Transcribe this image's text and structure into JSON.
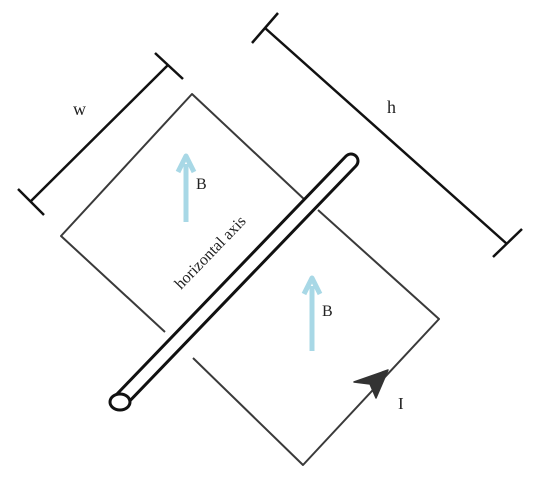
{
  "labels": {
    "width": "w",
    "height": "h",
    "field_upper": "B",
    "field_lower": "B",
    "axis": "horizontal axis",
    "current": "I"
  },
  "colors": {
    "line": "#3a3a3a",
    "dim_line": "#111111",
    "field_arrow": "#a8d8e6",
    "rod_outline": "#111111",
    "rod_fill": "#ffffff"
  }
}
